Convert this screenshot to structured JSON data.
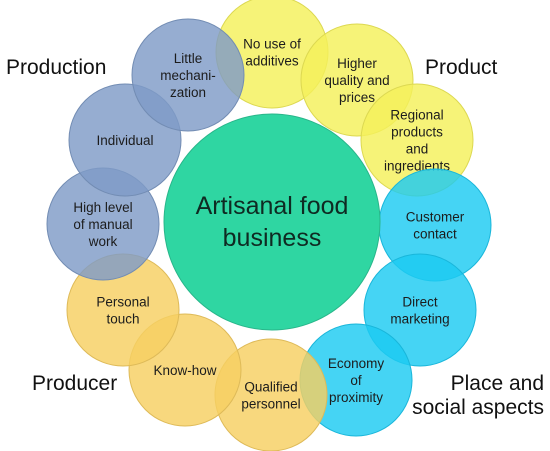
{
  "center": {
    "label_lines": [
      "Artisanal food",
      "business"
    ],
    "color": "#2fd6a2"
  },
  "groups": {
    "production": {
      "label": "Production"
    },
    "product": {
      "label": "Product"
    },
    "producer": {
      "label": "Producer"
    },
    "place": {
      "label_lines": [
        "Place and",
        "social aspects"
      ]
    }
  },
  "colors": {
    "production": "#7f9bc7",
    "product": "#f4f05a",
    "place": "#1ccaf2",
    "producer": "#f7cf62"
  },
  "circles": [
    {
      "group": "product",
      "lines": [
        "No use of",
        "additives"
      ]
    },
    {
      "group": "product",
      "lines": [
        "Higher",
        "quality and",
        "prices"
      ]
    },
    {
      "group": "product",
      "lines": [
        "Regional",
        "products",
        "and",
        "ingredients"
      ]
    },
    {
      "group": "place",
      "lines": [
        "Customer",
        "contact"
      ]
    },
    {
      "group": "place",
      "lines": [
        "Direct",
        "marketing"
      ]
    },
    {
      "group": "place",
      "lines": [
        "Economy",
        "of",
        "proximity"
      ]
    },
    {
      "group": "producer",
      "lines": [
        "Qualified",
        "personnel"
      ]
    },
    {
      "group": "producer",
      "lines": [
        "Know-how"
      ]
    },
    {
      "group": "producer",
      "lines": [
        "Personal",
        "touch"
      ]
    },
    {
      "group": "production",
      "lines": [
        "High level",
        "of manual",
        "work"
      ]
    },
    {
      "group": "production",
      "lines": [
        "Individual"
      ]
    },
    {
      "group": "production",
      "lines": [
        "Little",
        "mechani-",
        "zation"
      ]
    }
  ]
}
